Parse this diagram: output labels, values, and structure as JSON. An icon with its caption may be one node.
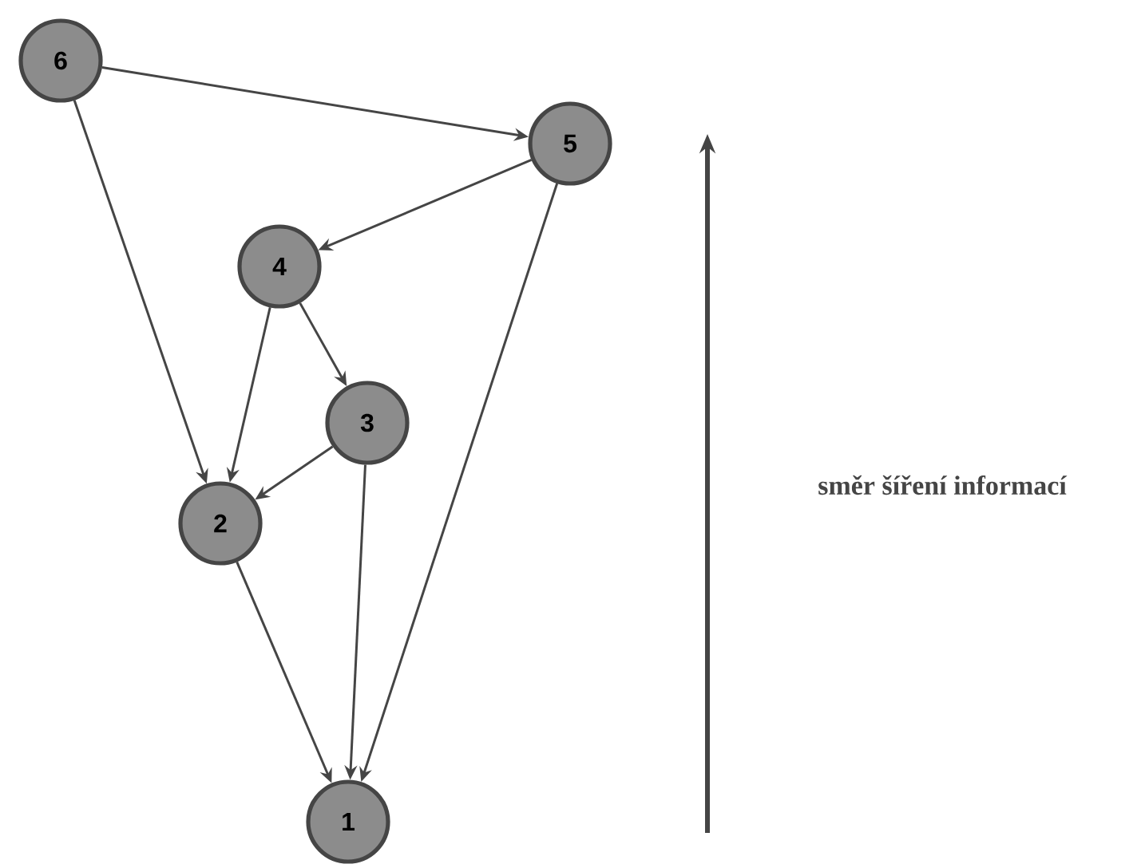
{
  "diagram": {
    "nodes": [
      {
        "text": [
          "6"
        ]
      },
      {
        "text": [
          "5"
        ]
      },
      {
        "text": [
          "4"
        ]
      },
      {
        "text": [
          "3"
        ]
      },
      {
        "text": [
          "2"
        ]
      },
      {
        "text": [
          "1"
        ]
      }
    ],
    "edges": [
      {
        "from": 0,
        "to": 1,
        "arrow": "to"
      },
      {
        "from": 0,
        "to": 4,
        "arrow": "to"
      },
      {
        "from": 1,
        "to": 2,
        "arrow": "to"
      },
      {
        "from": 1,
        "to": 5,
        "arrow": "to"
      },
      {
        "from": 2,
        "to": 4,
        "arrow": "to"
      },
      {
        "from": 2,
        "to": 3,
        "arrow": "to"
      },
      {
        "from": 3,
        "to": 4,
        "arrow": "to"
      },
      {
        "from": 3,
        "to": 5,
        "arrow": "to"
      },
      {
        "from": 4,
        "to": 5,
        "arrow": "to"
      }
    ],
    "labels": [
      "směr šíření informací"
    ]
  }
}
